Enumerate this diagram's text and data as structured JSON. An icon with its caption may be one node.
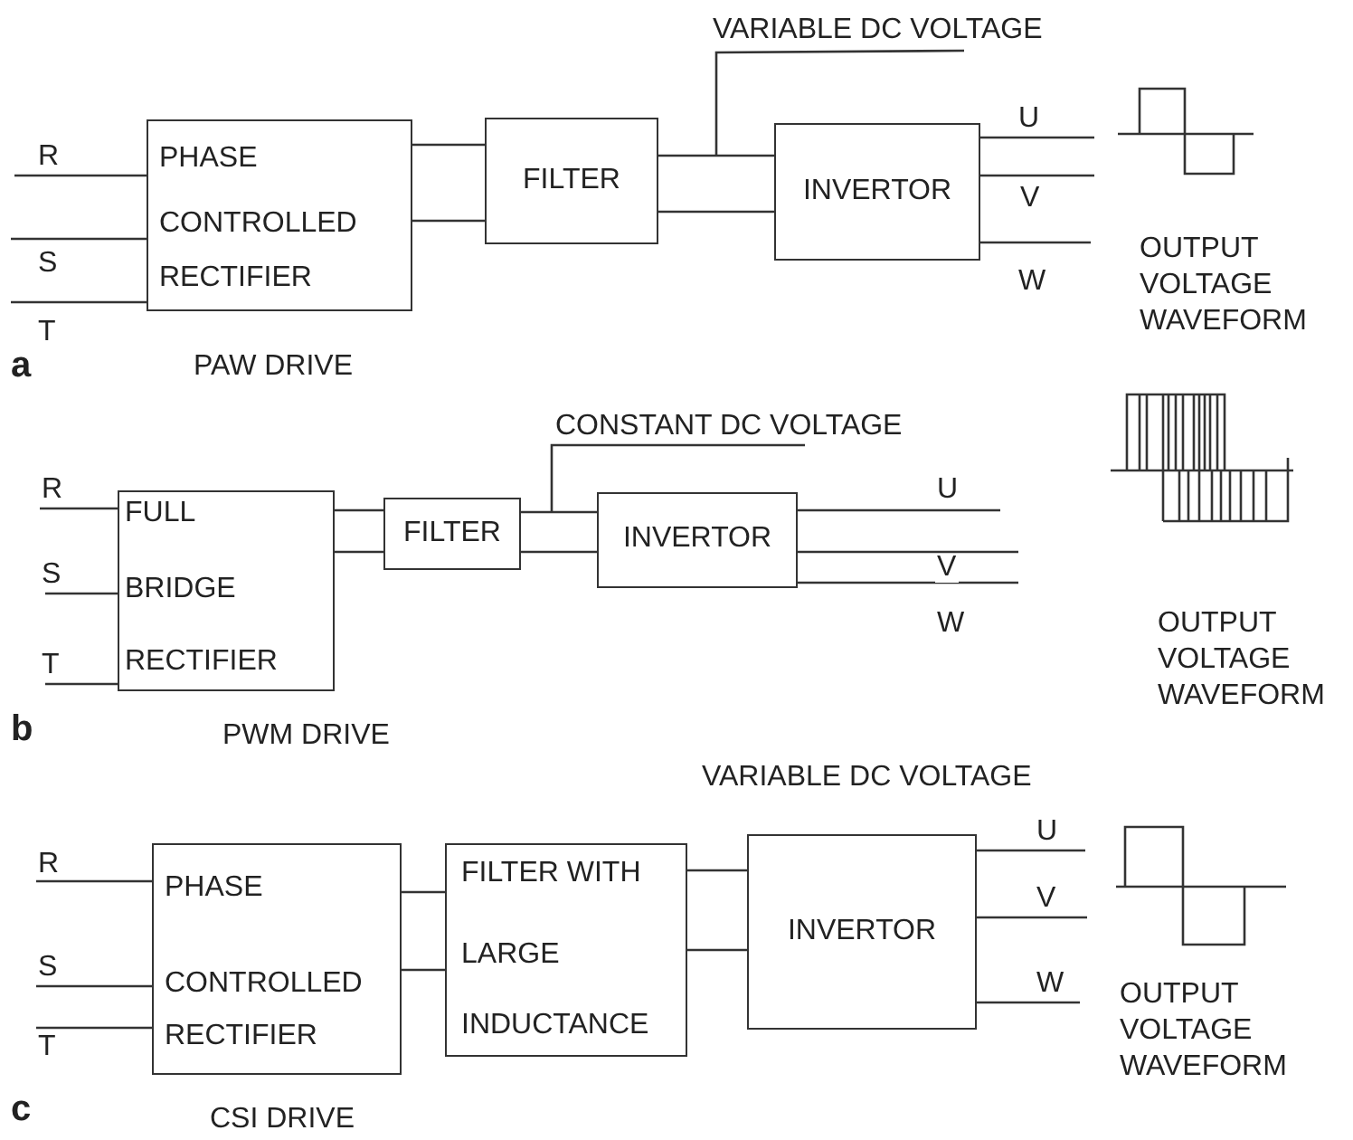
{
  "diagram": {
    "nodes": [
      {
        "text": [
          "PHASE",
          "CONTROLLED",
          "RECTIFIER"
        ]
      },
      {
        "text": [
          "FILTER"
        ]
      },
      {
        "text": [
          "VARIABLE DC VOLTAGE"
        ]
      },
      {
        "text": [
          "INVERTOR"
        ]
      },
      {
        "text": [
          "FULL",
          "BRIDGE",
          "RECTIFIER"
        ]
      },
      {
        "text": [
          "FILTER"
        ]
      },
      {
        "text": [
          "CONSTANT DC VOLTAGE"
        ]
      },
      {
        "text": [
          "INVERTOR"
        ]
      },
      {
        "text": [
          "PHASE",
          "CONTROLLED",
          "RECTIFIER"
        ]
      },
      {
        "text": [
          "FILTER WITH",
          "LARGE",
          "INDUCTANCE"
        ]
      },
      {
        "text": [
          "INVERTOR"
        ]
      }
    ],
    "edges": [
      {
        "from": null,
        "to": 0,
        "arrow": "none",
        "label": "R"
      },
      {
        "from": null,
        "to": 0,
        "arrow": "none",
        "label": "S"
      },
      {
        "from": null,
        "to": 0,
        "arrow": "none",
        "label": "T"
      },
      {
        "from": 0,
        "to": 1,
        "arrow": "none"
      },
      {
        "from": 0,
        "to": 1,
        "arrow": "none"
      },
      {
        "from": 1,
        "to": 3,
        "arrow": "none"
      },
      {
        "from": 1,
        "to": 3,
        "arrow": "none"
      },
      {
        "from": 2,
        "to": null,
        "arrow": "none"
      },
      {
        "from": 3,
        "to": null,
        "arrow": "none",
        "label": "U"
      },
      {
        "from": 3,
        "to": null,
        "arrow": "none",
        "label": "V"
      },
      {
        "from": 3,
        "to": null,
        "arrow": "none",
        "label": "W"
      },
      {
        "from": null,
        "to": 4,
        "arrow": "none",
        "label": "R"
      },
      {
        "from": null,
        "to": 4,
        "arrow": "none",
        "label": "S"
      },
      {
        "from": null,
        "to": 4,
        "arrow": "none",
        "label": "T"
      },
      {
        "from": 4,
        "to": 5,
        "arrow": "none"
      },
      {
        "from": 4,
        "to": 5,
        "arrow": "none"
      },
      {
        "from": 5,
        "to": 7,
        "arrow": "none"
      },
      {
        "from": 5,
        "to": 7,
        "arrow": "none"
      },
      {
        "from": 6,
        "to": null,
        "arrow": "none"
      },
      {
        "from": 7,
        "to": null,
        "arrow": "none",
        "label": "U"
      },
      {
        "from": 7,
        "to": null,
        "arrow": "none",
        "label": "V"
      },
      {
        "from": 7,
        "to": null,
        "arrow": "none",
        "label": "W"
      },
      {
        "from": null,
        "to": 8,
        "arrow": "none",
        "label": "R"
      },
      {
        "from": null,
        "to": 8,
        "arrow": "none",
        "label": "S"
      },
      {
        "from": null,
        "to": 8,
        "arrow": "none",
        "label": "T"
      },
      {
        "from": 8,
        "to": 9,
        "arrow": "none"
      },
      {
        "from": 8,
        "to": 9,
        "arrow": "none"
      },
      {
        "from": 9,
        "to": 10,
        "arrow": "none"
      },
      {
        "from": 9,
        "to": 10,
        "arrow": "none"
      },
      {
        "from": 10,
        "to": null,
        "arrow": "none",
        "label": "U"
      },
      {
        "from": 10,
        "to": null,
        "arrow": "none",
        "label": "V"
      },
      {
        "from": 10,
        "to": null,
        "arrow": "none",
        "label": "W"
      }
    ],
    "labels": [
      "OUTPUT VOLTAGE WAVEFORM",
      "a",
      "PAW DRIVE",
      "OUTPUT VOLTAGE WAVEFORM",
      "b",
      "PWM DRIVE",
      "VARIABLE DC VOLTAGE",
      "OUTPUT VOLTAGE WAVEFORM",
      "c",
      "CSI DRIVE"
    ]
  }
}
